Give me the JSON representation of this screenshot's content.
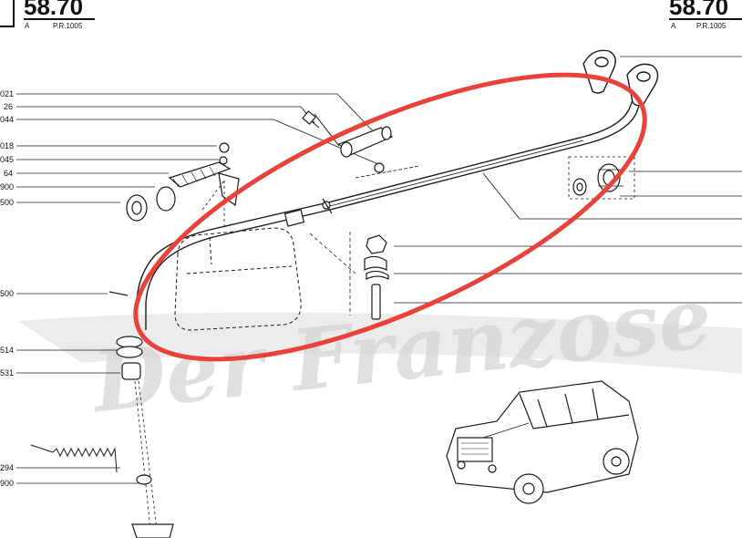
{
  "header_left": {
    "number": "58.70",
    "sub_a": "A",
    "sub_pr": "P.R.1005"
  },
  "header_right": {
    "number": "58.70",
    "sub_a": "A",
    "sub_pr": "P.R.1005"
  },
  "watermark": "Der Franzose",
  "callouts_left": [
    "021",
    "26",
    "044",
    "018",
    "045",
    "64",
    "900",
    "500",
    "500",
    "514",
    "531",
    "294",
    "900"
  ],
  "colors": {
    "highlight": "#e8423a",
    "line": "#1a1a1a",
    "watermark": "#d6d6d6"
  }
}
